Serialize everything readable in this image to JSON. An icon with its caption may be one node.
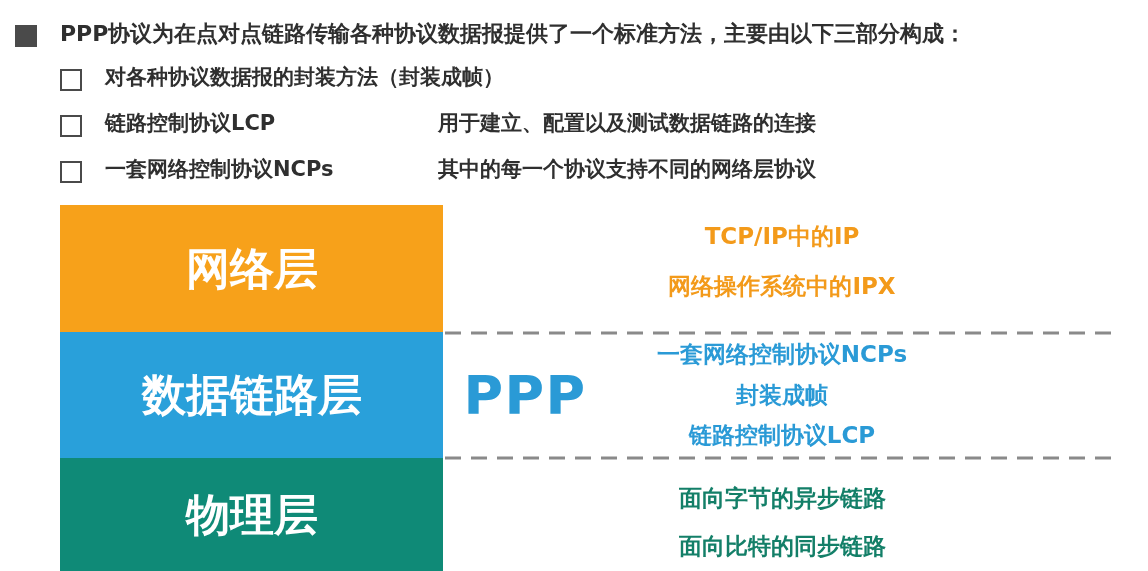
{
  "diagram": {
    "nodes": [
      {
        "text": [
          "网络层"
        ]
      },
      {
        "text": [
          "数据链路层"
        ]
      },
      {
        "text": [
          "物理层"
        ]
      }
    ],
    "labels": [
      "PPP协议为在点对点链路传输各种协议数据报提供了一个标准方法，主要由以下三部分构成：",
      "对各种协议数据报的封装方法（封装成帧）",
      "链路控制协议LCP",
      "用于建立、配置以及测试数据链路的连接",
      "一套网络控制协议NCPs",
      "其中的每一个协议支持不同的网络层协议",
      "TCP/IP中的IP",
      "网络操作系统中的IPX",
      "PPP",
      "一套网络控制协议NCPs",
      "封装成帧",
      "链路控制协议LCP",
      "面向字节的异步链路",
      "面向比特的同步链路"
    ]
  }
}
